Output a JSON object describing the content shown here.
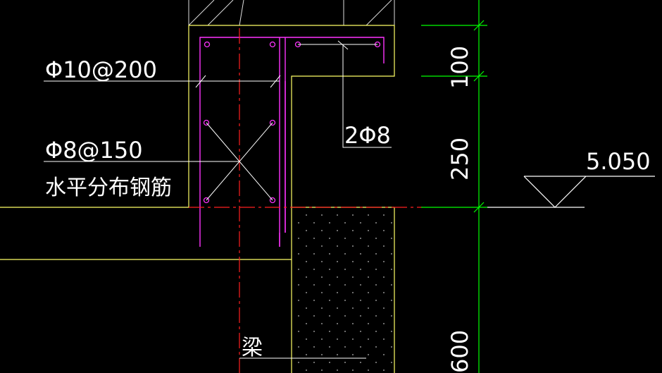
{
  "colors": {
    "background": "#000000",
    "concrete_outline": "#ffff66",
    "rebar": "#ff33ff",
    "centerline": "#ff2020",
    "dimension": "#00ff00",
    "leader": "#ffffff",
    "hatch": "#cccccc"
  },
  "annotations": {
    "slab_rebar": "Φ10@200",
    "wall_rebar": "Φ8@150",
    "wall_rebar_desc": "水平分布钢筋",
    "corner_bars": "2Φ8",
    "beam": "梁"
  },
  "dimensions": {
    "top": "100",
    "middle": "250",
    "bottom": "600"
  },
  "elevation": {
    "value": "5.050"
  }
}
